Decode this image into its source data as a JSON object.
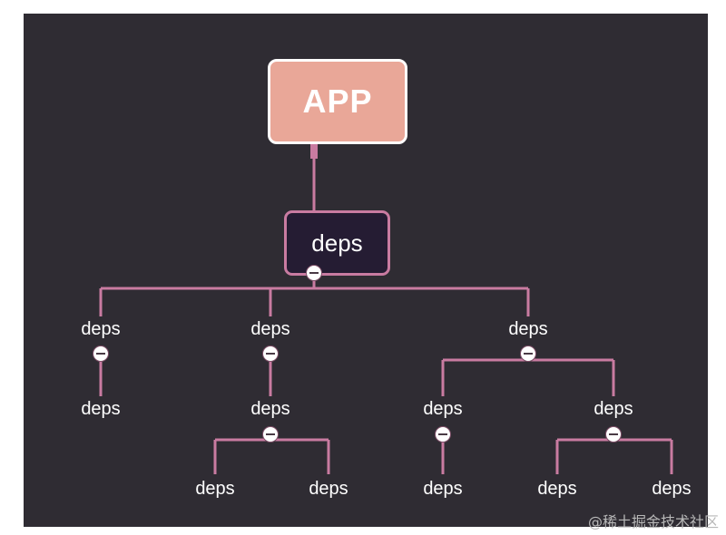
{
  "diagram": {
    "root_label": "APP",
    "main_deps_label": "deps",
    "nodes": [
      {
        "id": "a",
        "label": "deps"
      },
      {
        "id": "b",
        "label": "deps"
      },
      {
        "id": "c",
        "label": "deps"
      },
      {
        "id": "a1",
        "label": "deps"
      },
      {
        "id": "b1",
        "label": "deps"
      },
      {
        "id": "c1",
        "label": "deps"
      },
      {
        "id": "c2",
        "label": "deps"
      },
      {
        "id": "b1a",
        "label": "deps"
      },
      {
        "id": "b1b",
        "label": "deps"
      },
      {
        "id": "c1a",
        "label": "deps"
      },
      {
        "id": "c2a",
        "label": "deps"
      },
      {
        "id": "c2b",
        "label": "deps"
      }
    ],
    "colors": {
      "background": "#2f2c33",
      "connector": "#c97ba1",
      "root_fill": "#e9a798",
      "deps_fill": "#251c33",
      "text": "#ffffff"
    }
  },
  "watermark": "@稀土掘金技术社区"
}
